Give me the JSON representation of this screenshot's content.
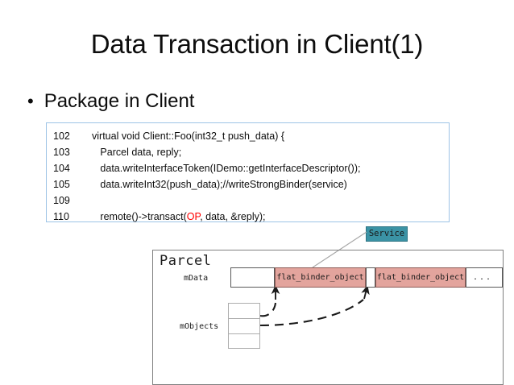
{
  "slide": {
    "title": "Data Transaction in Client(1)",
    "bullet": {
      "marker": "•",
      "text": "Package in Client"
    }
  },
  "code_block": {
    "border_color": "#9dc3e6",
    "highlight_color": "#ff0000",
    "lines": [
      {
        "number": "102",
        "before": "virtual void Client::Foo(int32_t push_data) {",
        "highlight": "",
        "after": ""
      },
      {
        "number": "103",
        "before": "   Parcel data, reply;",
        "highlight": "",
        "after": ""
      },
      {
        "number": "104",
        "before": "   data.writeInterfaceToken(IDemo::getInterfaceDescriptor());",
        "highlight": "",
        "after": ""
      },
      {
        "number": "105",
        "before": "   data.writeInt32(push_data);//writeStrongBinder(service)",
        "highlight": "",
        "after": ""
      },
      {
        "number": "109",
        "before": "",
        "highlight": "",
        "after": ""
      },
      {
        "number": "110",
        "before": "   remote()->transact(",
        "highlight": "OP",
        "after": ", data, &reply);"
      }
    ]
  },
  "diagram": {
    "service_box": {
      "label": "Service",
      "fill": "#3b93a5",
      "border": "#2e7484"
    },
    "parcel": {
      "title": "Parcel",
      "border": "#808080",
      "mdata": {
        "label": "mData",
        "cells": [
          {
            "text": "",
            "kind": "empty",
            "width": 55
          },
          {
            "text": "flat_binder_object",
            "kind": "fbo",
            "width": 113
          },
          {
            "text": "",
            "kind": "empty",
            "width": 12
          },
          {
            "text": "flat_binder_object",
            "kind": "fbo",
            "width": 112
          },
          {
            "text": "...",
            "kind": "ellipsis",
            "width": 46
          }
        ],
        "fbo_fill": "#e3a49d"
      },
      "mobjects": {
        "label": "mObjects",
        "cell_count": 3,
        "cell_border": "#adadad"
      }
    },
    "connectors": [
      {
        "name": "fbo1-to-service",
        "style": "solid-thin",
        "color": "#a6a6a6"
      },
      {
        "name": "mobjects-slot1-to-fbo1",
        "style": "dashed-curved-arrow",
        "color": "#1a1a1a"
      },
      {
        "name": "mobjects-slot2-to-fbo2",
        "style": "dashed-curved-arrow",
        "color": "#1a1a1a"
      }
    ]
  }
}
